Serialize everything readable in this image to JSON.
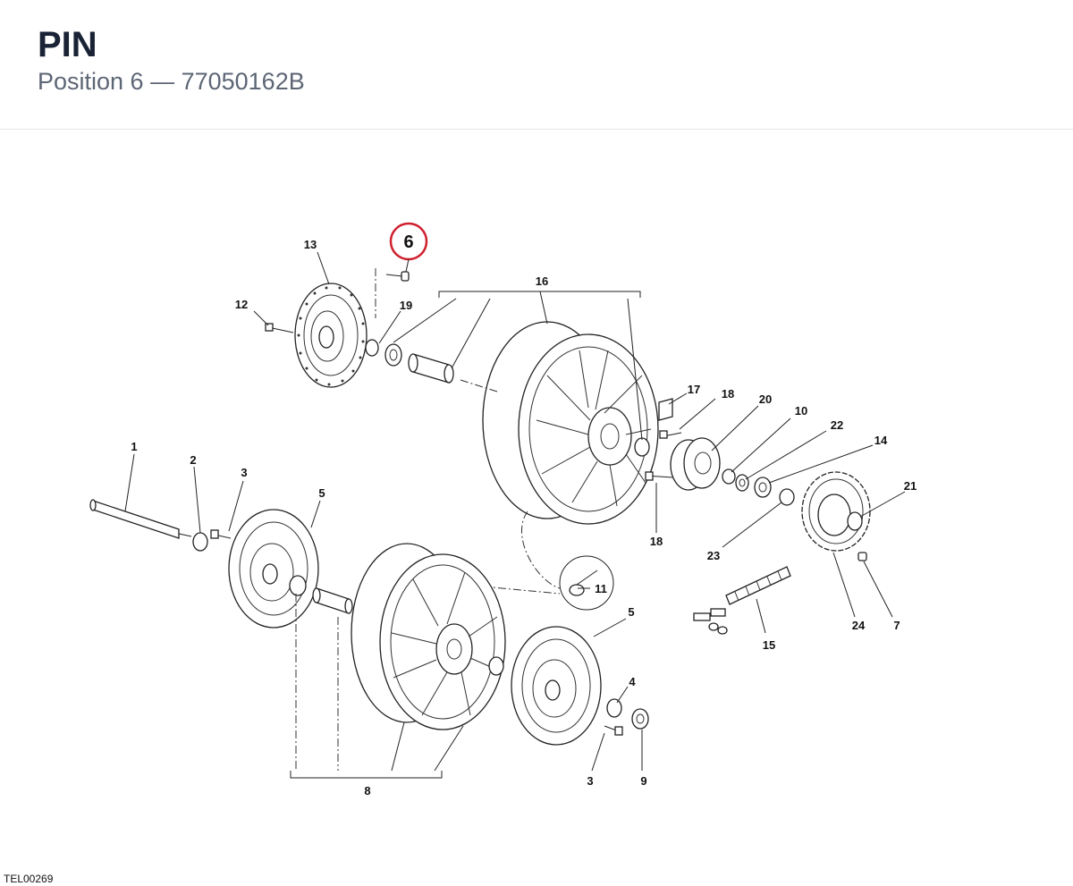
{
  "header": {
    "title": "PIN",
    "subtitle": "Position 6 — 77050162B"
  },
  "diagram": {
    "highlight_color": "#d0202e",
    "highlighted_callout": "6",
    "callouts": {
      "c1": "1",
      "c2": "2",
      "c3a": "3",
      "c3b": "3",
      "c4": "4",
      "c5a": "5",
      "c5b": "5",
      "c6": "6",
      "c7": "7",
      "c8": "8",
      "c9": "9",
      "c10": "10",
      "c11": "11",
      "c12": "12",
      "c13": "13",
      "c14": "14",
      "c15": "15",
      "c16": "16",
      "c17": "17",
      "c18a": "18",
      "c18b": "18",
      "c19": "19",
      "c20": "20",
      "c21": "21",
      "c22": "22",
      "c23": "23",
      "c24": "24"
    }
  },
  "footer": {
    "code": "TEL00269"
  }
}
